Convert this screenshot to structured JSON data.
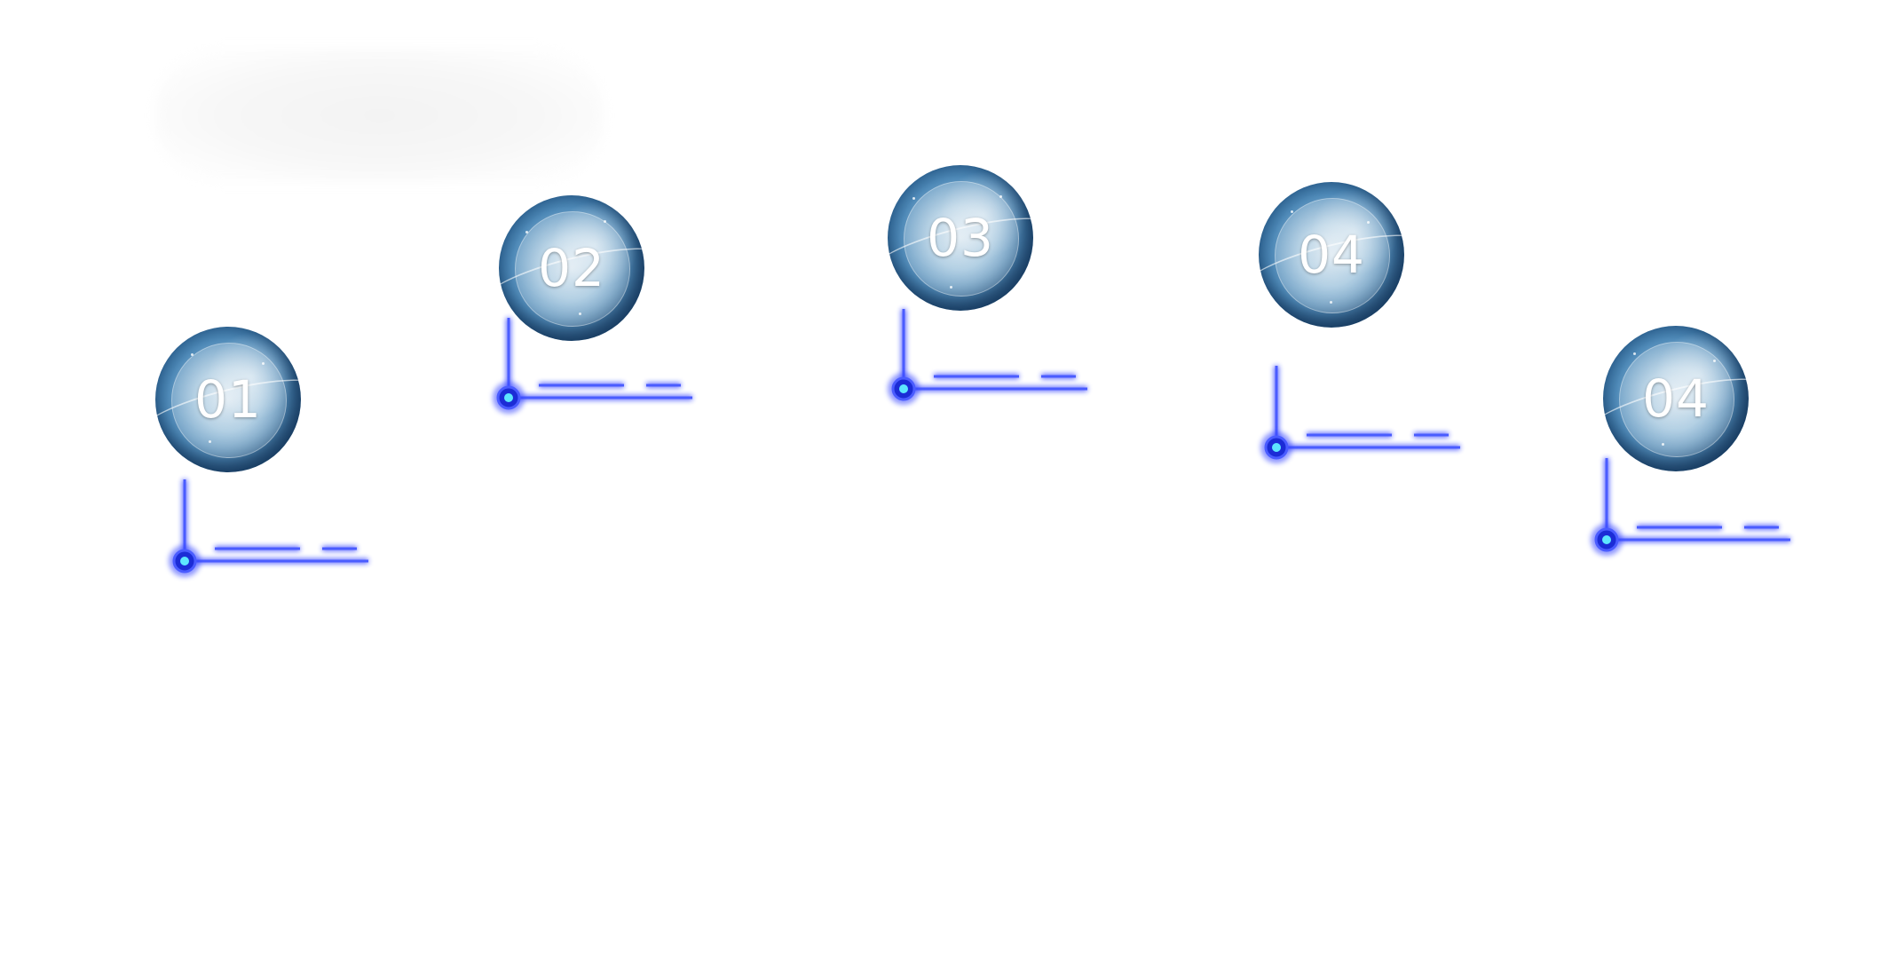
{
  "title": "",
  "nodes": [
    {
      "label": "01",
      "icon": "globe-icon"
    },
    {
      "label": "02",
      "icon": "globe-icon"
    },
    {
      "label": "03",
      "icon": "globe-icon"
    },
    {
      "label": "04",
      "icon": "globe-icon"
    },
    {
      "label": "04",
      "icon": "globe-icon"
    }
  ],
  "colors": {
    "line": "#3a4cff",
    "glow": "#1c2bff",
    "dot": "#5de6ff"
  }
}
